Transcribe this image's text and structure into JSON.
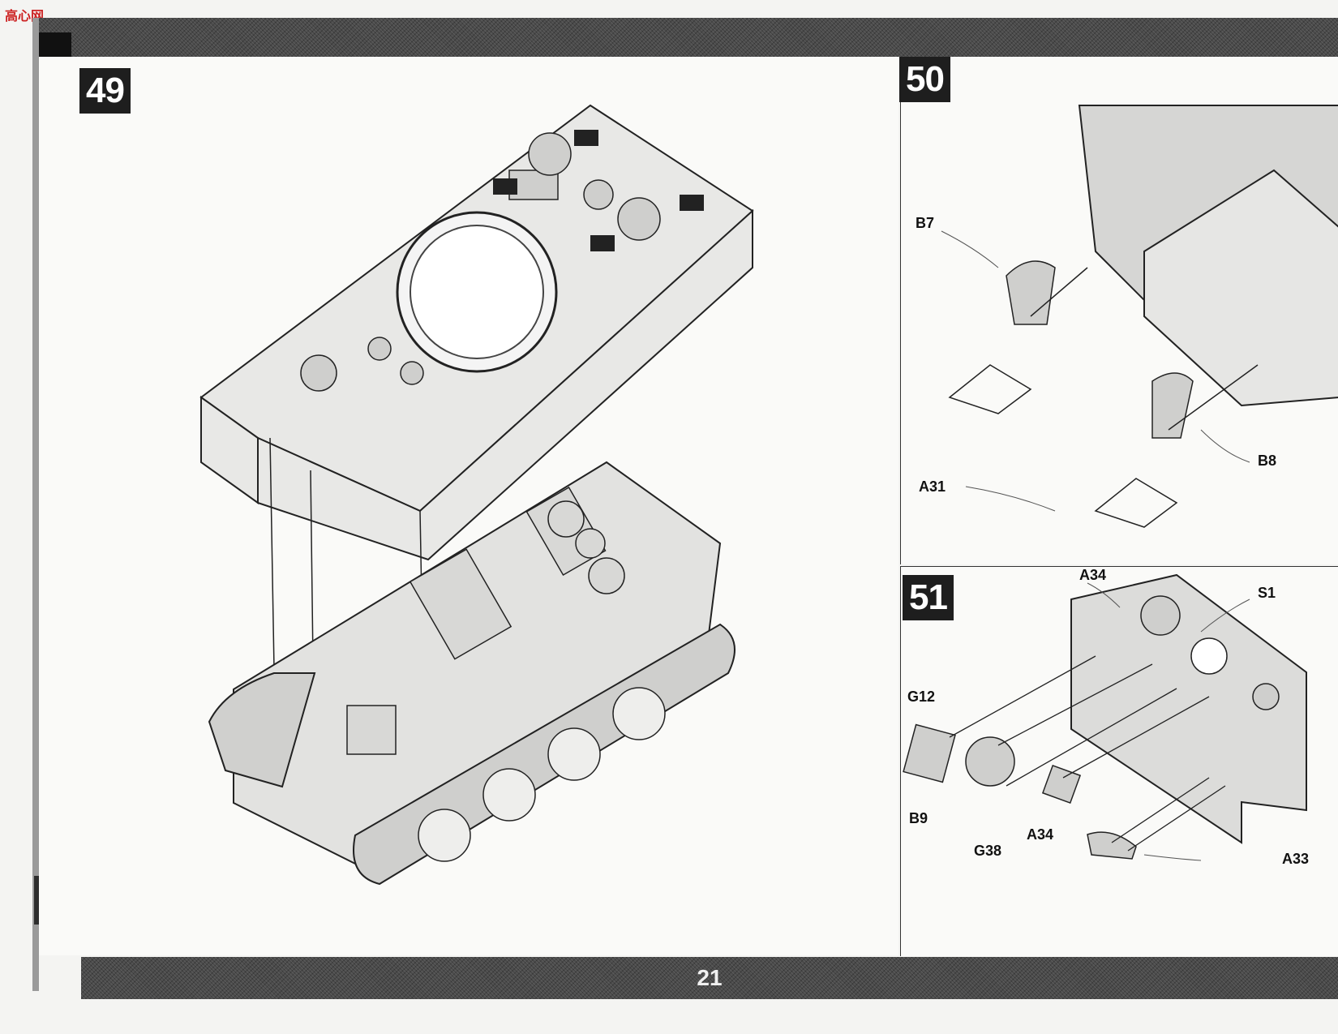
{
  "watermark": {
    "text": "高心网"
  },
  "page": {
    "number": "21"
  },
  "steps": [
    {
      "id": "49",
      "label": "49",
      "parts": []
    },
    {
      "id": "50",
      "label": "50",
      "parts": [
        "B7",
        "B8",
        "A31"
      ]
    },
    {
      "id": "51",
      "label": "51",
      "parts": [
        "A34",
        "S1",
        "G12",
        "B9",
        "G38",
        "A34",
        "A33"
      ]
    }
  ],
  "colors": {
    "band": "#4a4a4a",
    "step_box": "#1e1e1e",
    "page_bg": "#f4f4f2",
    "line_art": "#222222"
  }
}
